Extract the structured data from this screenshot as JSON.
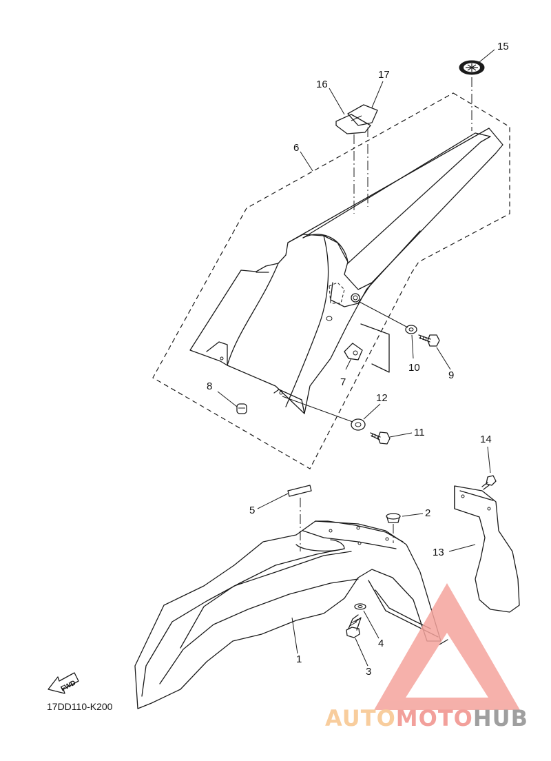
{
  "diagram": {
    "reference_code": "17DD110-K200",
    "fwd_label": "FWD",
    "callouts": [
      {
        "id": "c1",
        "label": "1"
      },
      {
        "id": "c2",
        "label": "2"
      },
      {
        "id": "c3",
        "label": "3"
      },
      {
        "id": "c4",
        "label": "4"
      },
      {
        "id": "c5",
        "label": "5"
      },
      {
        "id": "c6",
        "label": "6"
      },
      {
        "id": "c7",
        "label": "7"
      },
      {
        "id": "c8",
        "label": "8"
      },
      {
        "id": "c9",
        "label": "9"
      },
      {
        "id": "c10",
        "label": "10"
      },
      {
        "id": "c11",
        "label": "11"
      },
      {
        "id": "c12",
        "label": "12"
      },
      {
        "id": "c13",
        "label": "13"
      },
      {
        "id": "c14",
        "label": "14"
      },
      {
        "id": "c15",
        "label": "15"
      },
      {
        "id": "c16",
        "label": "16"
      },
      {
        "id": "c17",
        "label": "17"
      }
    ]
  },
  "watermark": {
    "part1": "AUTO",
    "part2": "MOTO",
    "part3": "HUB",
    "colors": {
      "auto": "#f7c58d",
      "moto": "#f0908a",
      "hub": "#8f8f8f",
      "triangle": "#f4a39c"
    }
  }
}
